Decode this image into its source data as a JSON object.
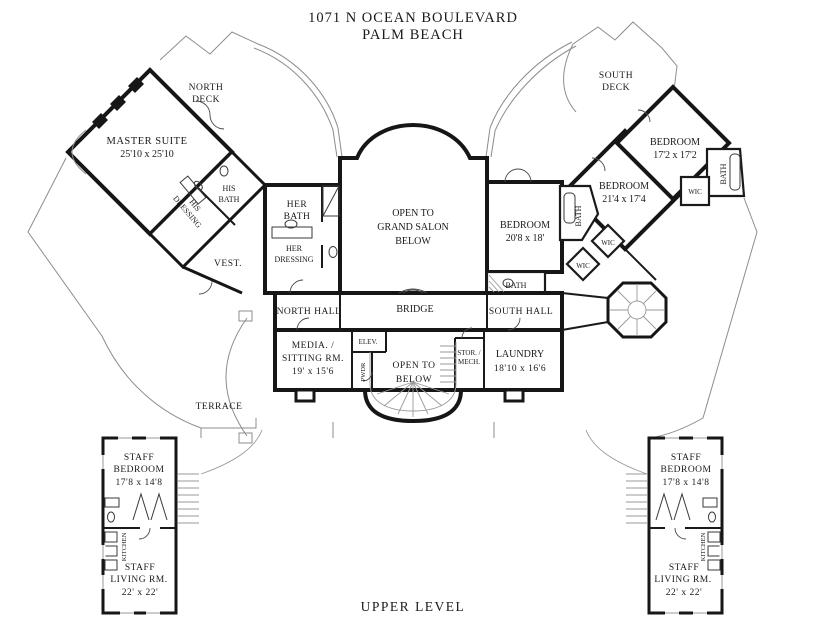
{
  "plan": {
    "title_line1": "1071 N OCEAN BOULEVARD",
    "title_line2": "PALM BEACH",
    "level_label": "UPPER LEVEL"
  },
  "colors": {
    "walls": "#161616",
    "thin_lines": "#8d8d8d",
    "background": "#ffffff",
    "text": "#1a1a1a"
  },
  "rooms": {
    "north_deck": {
      "line1": "NORTH",
      "line2": "DECK"
    },
    "south_deck": {
      "line1": "SOUTH",
      "line2": "DECK"
    },
    "master_suite": {
      "name": "MASTER SUITE",
      "dims": "25'10 x 25'10"
    },
    "his_bath": {
      "line1": "HIS",
      "line2": "BATH"
    },
    "his_dressing": {
      "line1": "HIS",
      "line2": "DRESSING"
    },
    "her_bath": {
      "line1": "HER",
      "line2": "BATH"
    },
    "her_dressing": {
      "line1": "HER",
      "line2": "DRESSING"
    },
    "grand_salon": {
      "line1": "OPEN TO",
      "line2": "GRAND SALON",
      "line3": "BELOW"
    },
    "vestibule": {
      "name": "VEST."
    },
    "north_hall": {
      "name": "NORTH HALL"
    },
    "bridge": {
      "name": "BRIDGE"
    },
    "south_hall": {
      "name": "SOUTH HALL"
    },
    "bedroom_center": {
      "name": "BEDROOM",
      "dims": "20'8 x 18'"
    },
    "bedroom_mid": {
      "name": "BEDROOM",
      "dims": "21'4 x 17'4"
    },
    "bedroom_right": {
      "name": "BEDROOM",
      "dims": "17'2 x 17'2"
    },
    "bath_mid": {
      "name": "BATH"
    },
    "bath_south": {
      "name": "BATH"
    },
    "bath_right": {
      "name": "BATH"
    },
    "wic_1": {
      "name": "WIC"
    },
    "wic_2": {
      "name": "WIC"
    },
    "wic_3": {
      "name": "WIC"
    },
    "media_sitting": {
      "line1": "MEDIA. /",
      "line2": "SITTING RM.",
      "dims": "19' x 15'6"
    },
    "elevator": {
      "name": "ELEV."
    },
    "powder": {
      "name": "PWDR"
    },
    "open_to_below": {
      "line1": "OPEN TO",
      "line2": "BELOW"
    },
    "stor_mech": {
      "line1": "STOR. /",
      "line2": "MECH."
    },
    "laundry": {
      "name": "LAUNDRY",
      "dims": "18'10 x 16'6"
    },
    "terrace": {
      "name": "TERRACE"
    },
    "staff_bedroom_left": {
      "line1": "STAFF",
      "line2": "BEDROOM",
      "dims": "17'8 x 14'8"
    },
    "staff_living_left": {
      "line1": "STAFF",
      "line2": "LIVING RM.",
      "dims": "22' x 22'"
    },
    "staff_bedroom_right": {
      "line1": "STAFF",
      "line2": "BEDROOM",
      "dims": "17'8 x 14'8"
    },
    "staff_living_right": {
      "line1": "STAFF",
      "line2": "LIVING RM.",
      "dims": "22' x 22'"
    },
    "kitchen_left": {
      "name": "KITCHEN"
    },
    "kitchen_right": {
      "name": "KITCHEN"
    }
  }
}
